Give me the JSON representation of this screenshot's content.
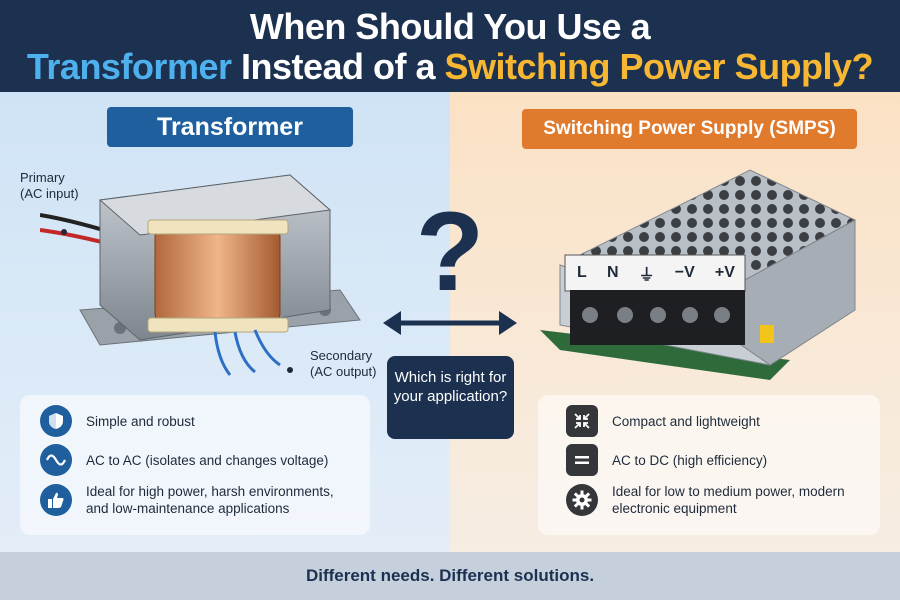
{
  "header": {
    "line1": "When Should You Use a",
    "line2_highlight1": "Transformer",
    "line2_middle": " Instead of a ",
    "line2_highlight2": "Switching Power Supply?"
  },
  "transformer": {
    "title": "Transformer",
    "callout_primary": [
      "Primary",
      "(AC input)"
    ],
    "callout_secondary": [
      "Secondary",
      "(AC output)"
    ],
    "features": [
      {
        "icon": "shield-icon",
        "text": "Simple and robust"
      },
      {
        "icon": "sine-wave-icon",
        "text": "AC to AC (isolates and changes voltage)"
      },
      {
        "icon": "thumbs-up-icon",
        "text": "Ideal for high power, harsh environments, and low-maintenance applications"
      }
    ]
  },
  "smps": {
    "title": "Switching Power Supply (SMPS)",
    "terminals": [
      "L",
      "N",
      "⏚",
      "−V",
      "+V"
    ],
    "features": [
      {
        "icon": "compress-arrows-icon",
        "text": "Compact and lightweight"
      },
      {
        "icon": "equals-icon",
        "text": "AC to DC (high efficiency)"
      },
      {
        "icon": "gear-icon",
        "text": "Ideal for low to medium power, modern electronic equipment"
      }
    ]
  },
  "center": {
    "question_mark": "?",
    "question": "Which is right for your application?"
  },
  "footer": {
    "tagline": "Different needs. Different solutions."
  },
  "colors": {
    "navy": "#1c3150",
    "blue_accent": "#4eb1ee",
    "orange_accent": "#f7b733",
    "transformer_label": "#1f5f9e",
    "smps_label": "#e07a2c"
  }
}
